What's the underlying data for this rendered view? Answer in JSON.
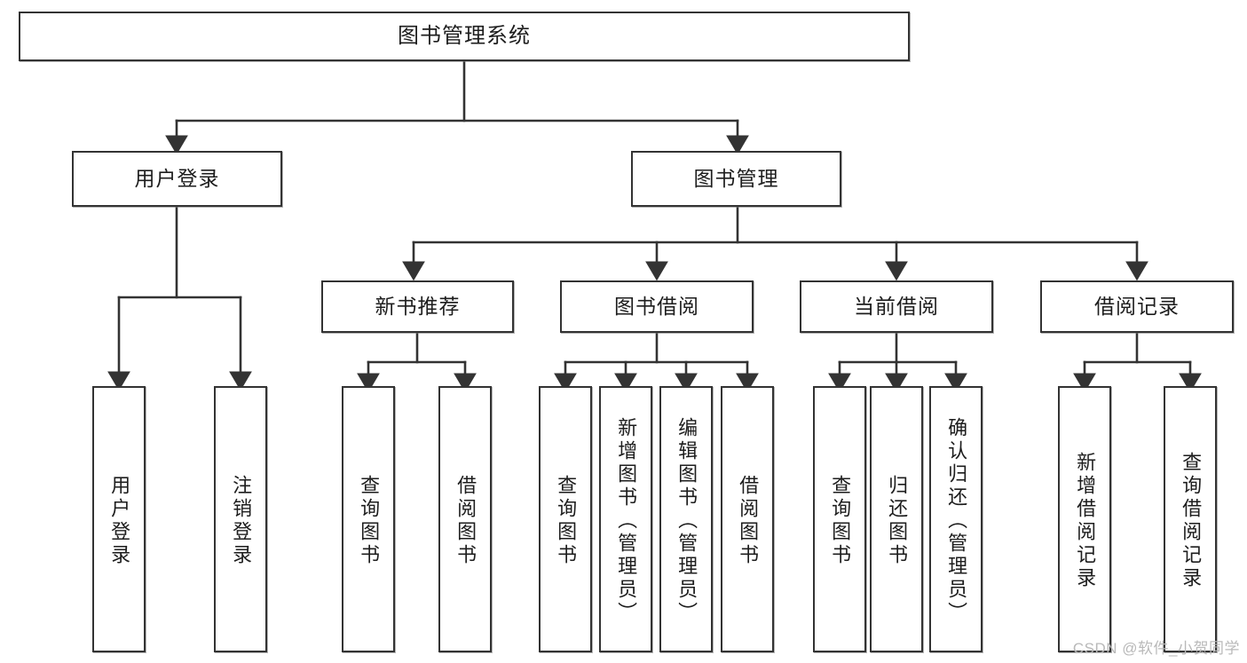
{
  "diagram": {
    "title": "图书管理系统",
    "type": "tree",
    "watermark": "CSDN @软件_小贺同学",
    "colors": {
      "box_border": "#333333",
      "box_fill": "#ffffff",
      "connector": "#333333",
      "text": "#1d1d1d",
      "watermark": "#b9b9b9"
    },
    "nodes": {
      "root": {
        "label": "图书管理系统"
      },
      "level2": [
        {
          "id": "user-login",
          "label": "用户登录"
        },
        {
          "id": "book-manage",
          "label": "图书管理"
        }
      ],
      "level3": [
        {
          "id": "new-book-recommend",
          "label": "新书推荐"
        },
        {
          "id": "book-borrow",
          "label": "图书借阅"
        },
        {
          "id": "current-borrow",
          "label": "当前借阅"
        },
        {
          "id": "borrow-record",
          "label": "借阅记录"
        }
      ],
      "leaves": {
        "user-login": [
          {
            "id": "leaf-user-login",
            "label": "用户登录"
          },
          {
            "id": "leaf-logout-login",
            "label": "注销登录"
          }
        ],
        "new-book-recommend": [
          {
            "id": "leaf-query-book-1",
            "label": "查询图书"
          },
          {
            "id": "leaf-borrow-book-1",
            "label": "借阅图书"
          }
        ],
        "book-borrow": [
          {
            "id": "leaf-query-book-2",
            "label": "查询图书"
          },
          {
            "id": "leaf-add-book",
            "label": "新增图书（管理员）"
          },
          {
            "id": "leaf-edit-book",
            "label": "编辑图书（管理员）"
          },
          {
            "id": "leaf-borrow-book-2",
            "label": "借阅图书"
          }
        ],
        "current-borrow": [
          {
            "id": "leaf-query-book-3",
            "label": "查询图书"
          },
          {
            "id": "leaf-return-book",
            "label": "归还图书"
          },
          {
            "id": "leaf-confirm-return",
            "label": "确认归还（管理员）"
          }
        ],
        "borrow-record": [
          {
            "id": "leaf-add-borrow-record",
            "label": "新增借阅记录"
          },
          {
            "id": "leaf-query-borrow-record",
            "label": "查询借阅记录"
          }
        ]
      }
    }
  }
}
